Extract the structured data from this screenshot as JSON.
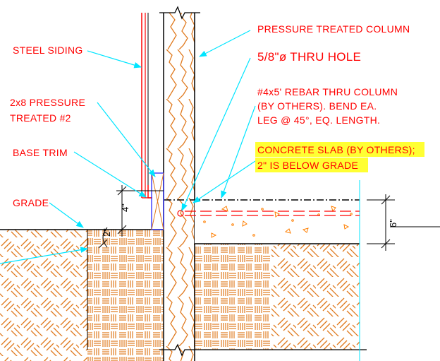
{
  "labels": {
    "column": "PRESSURE TREATED COLUMN",
    "thru_hole": "5/8\"ø THRU HOLE",
    "rebar_1": "#4x5' REBAR THRU COLUMN",
    "rebar_2": "(BY OTHERS). BEND EA.",
    "rebar_3": "LEG @ 45°, EQ. LENGTH.",
    "steel_siding": "STEEL SIDING",
    "pt_1": "2x8 PRESSURE",
    "pt_2": "TREATED #2",
    "base_trim": "BASE TRIM",
    "slab_1": "CONCRETE SLAB (BY OTHERS);",
    "slab_2": "2\" IS BELOW GRADE",
    "grade": "GRADE"
  },
  "dimensions": {
    "four": "4\"",
    "two": "2\"",
    "six": "6\""
  },
  "colors": {
    "annotation": "#ff0000",
    "leader": "#00e5ff",
    "wood": "#e07a1f",
    "earth": "#e07a1f",
    "concrete": "#ff7f00",
    "highlight": "#ffff33",
    "lines": "#000000"
  }
}
